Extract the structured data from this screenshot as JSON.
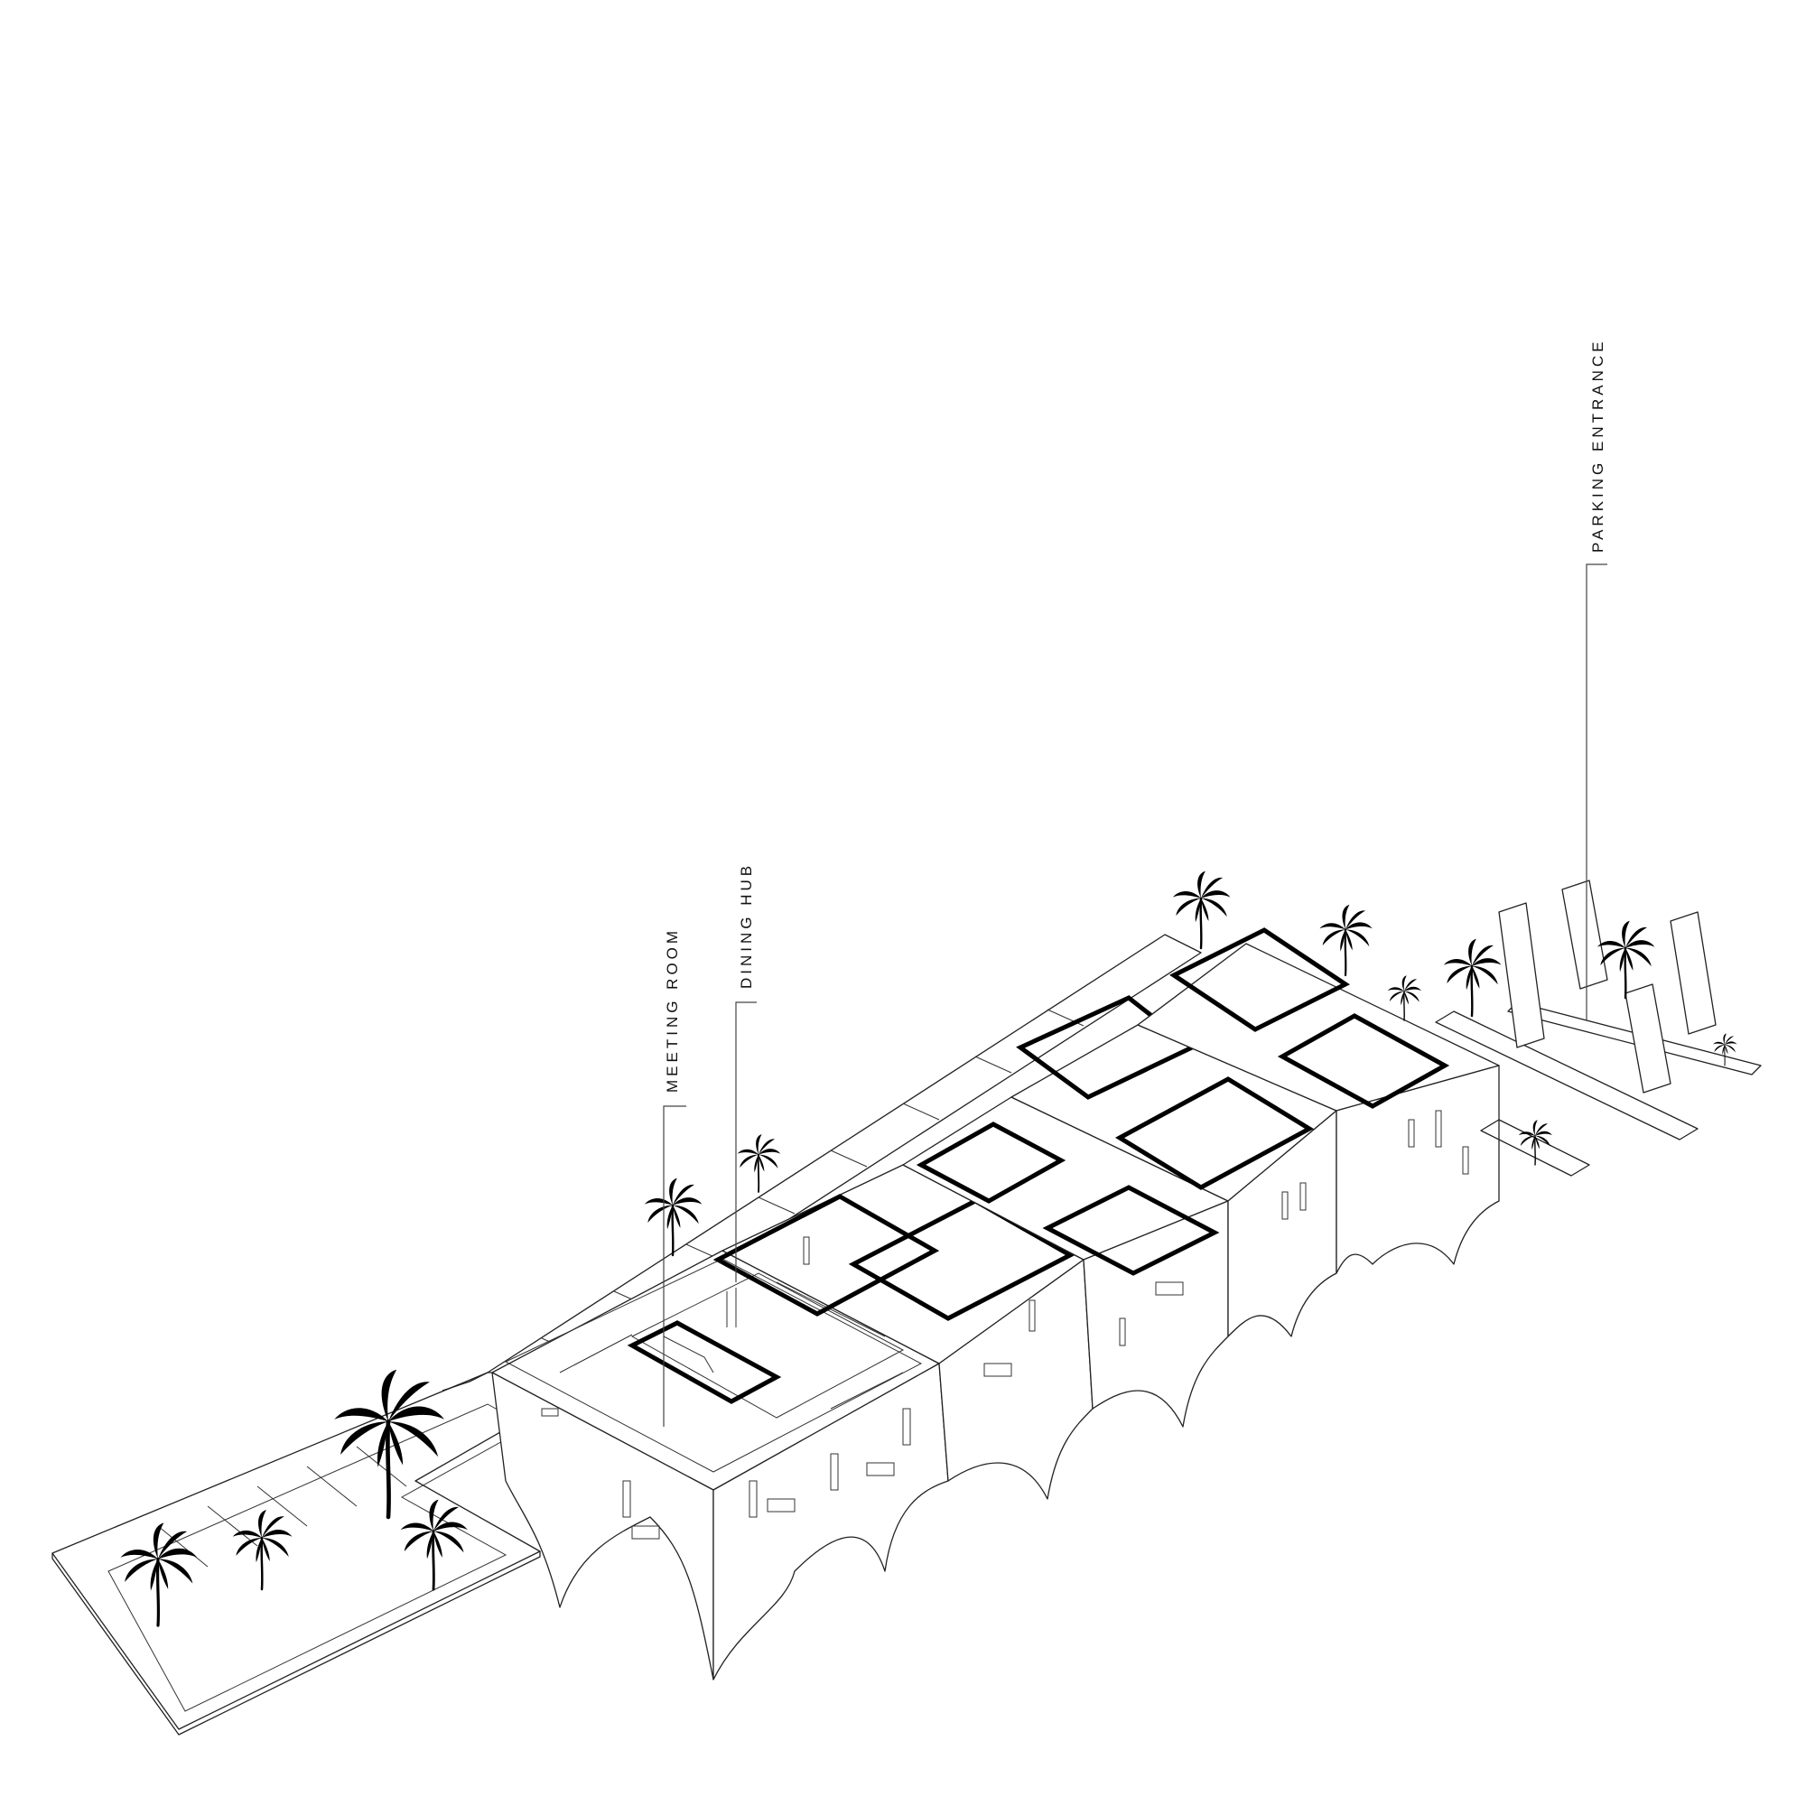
{
  "labels": {
    "meeting_room": "MEETING ROOM",
    "dining_hub": "DINING HUB",
    "parking_entrance": "PARKING ENTRANCE"
  },
  "colors": {
    "line": "#222222",
    "background": "#ffffff",
    "tree": "#000000"
  },
  "icons": [
    "palm-tree-icon"
  ]
}
